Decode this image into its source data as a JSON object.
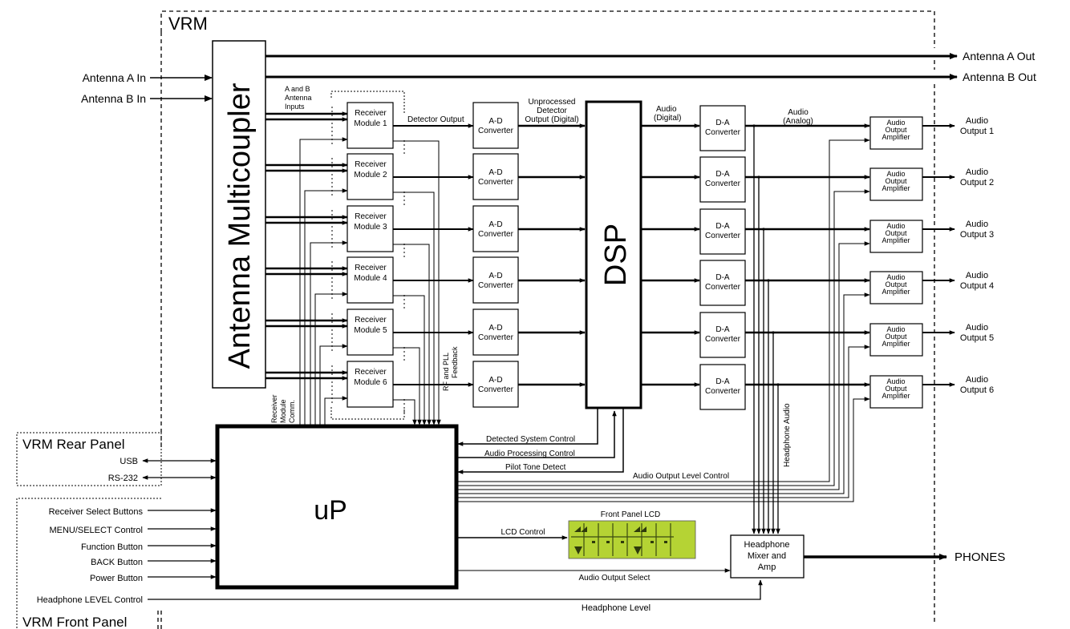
{
  "vrm_label": "VRM",
  "rear_panel": {
    "title": "VRM Rear Panel",
    "ports": [
      "USB",
      "RS-232"
    ]
  },
  "front_panel": {
    "title": "VRM Front Panel",
    "controls": [
      "Receiver Select Buttons",
      "MENU/SELECT Control",
      "Function Button",
      "BACK Button",
      "Power Button"
    ],
    "headphone_control": "Headphone LEVEL Control"
  },
  "antenna_inputs": [
    "Antenna A In",
    "Antenna B In"
  ],
  "antenna_outputs": [
    "Antenna A Out",
    "Antenna B Out"
  ],
  "multicoupler_label": "Antenna Multicoupler",
  "antenna_inputs_note": [
    "A and B",
    "Antenna",
    "Inputs"
  ],
  "receiver_module_label": "Receiver",
  "receiver_modules": [
    "Module 1",
    "Module 2",
    "Module 3",
    "Module 4",
    "Module 5",
    "Module 6"
  ],
  "receiver_comm_label": [
    "Receiver",
    "Module",
    "Comm."
  ],
  "rf_feedback_label": [
    "RF and PLL",
    "Feedback"
  ],
  "detector_output_label": "Detector Output",
  "unprocessed_label": [
    "Unprocessed",
    "Detector",
    "Output (Digital)"
  ],
  "ad_converter": [
    "A-D",
    "Converter"
  ],
  "dsp_label": "DSP",
  "audio_digital_label": [
    "Audio",
    "(Digital)"
  ],
  "da_converter": [
    "D-A",
    "Converter"
  ],
  "audio_analog_label": [
    "Audio",
    "(Analog)"
  ],
  "amplifier_label": [
    "Audio",
    "Output",
    "Amplifier"
  ],
  "audio_outputs": [
    [
      "Audio",
      "Output 1"
    ],
    [
      "Audio",
      "Output 2"
    ],
    [
      "Audio",
      "Output 3"
    ],
    [
      "Audio",
      "Output 4"
    ],
    [
      "Audio",
      "Output 5"
    ],
    [
      "Audio",
      "Output 6"
    ]
  ],
  "headphone_audio_label": "Headphone Audio",
  "up_label": "uP",
  "control_signals": {
    "detected_system": "Detected System Control",
    "audio_processing": "Audio Processing Control",
    "pilot_tone": "Pilot Tone Detect",
    "audio_output_level": "Audio Output Level Control",
    "lcd_control": "LCD Control",
    "audio_output_select": "Audio Output Select",
    "headphone_level": "Headphone Level"
  },
  "lcd_title": "Front Panel LCD",
  "lcd_color": "#b5d334",
  "headphone_mixer": [
    "Headphone",
    "Mixer and",
    "Amp"
  ],
  "phones_label": "PHONES"
}
